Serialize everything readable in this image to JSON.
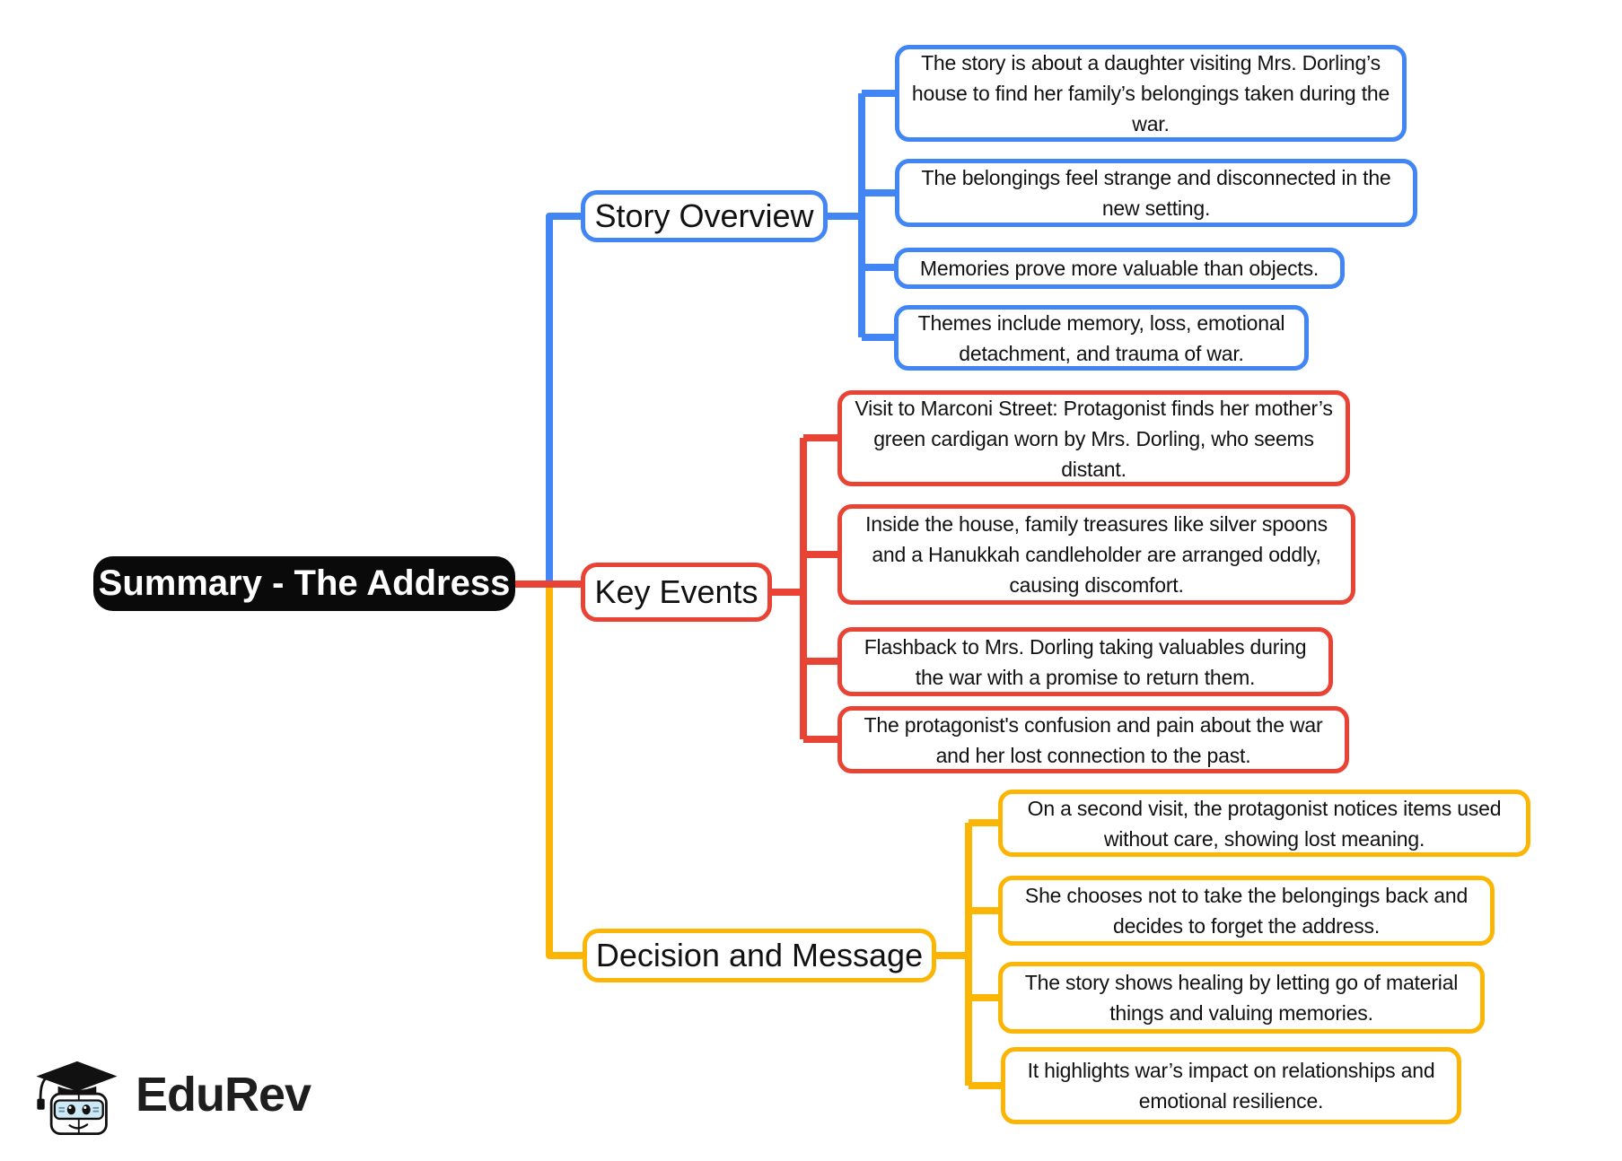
{
  "root": {
    "label": "Summary - The Address"
  },
  "branches": [
    {
      "label": "Story Overview",
      "color": "#4285F4",
      "leaves": [
        "The story is about a daughter visiting Mrs. Dorling’s house to find her family’s belongings taken during the war.",
        "The belongings feel strange and disconnected in the new setting.",
        "Memories prove more valuable than objects.",
        "Themes include memory, loss, emotional detachment, and trauma of war."
      ]
    },
    {
      "label": "Key Events",
      "color": "#E94335",
      "leaves": [
        "Visit to Marconi Street: Protagonist finds her mother’s green cardigan worn by Mrs. Dorling, who seems distant.",
        "Inside the house, family treasures like silver spoons and a Hanukkah candleholder are arranged oddly, causing discomfort.",
        "Flashback to Mrs. Dorling taking valuables during the war with a promise to return them.",
        "The protagonist's confusion and pain about the war and her lost connection to the past."
      ]
    },
    {
      "label": "Decision and Message",
      "color": "#FBB605",
      "leaves": [
        "On a second visit, the protagonist notices items used without care, showing lost meaning.",
        "She chooses not to take the belongings back and decides to forget the address.",
        "The story shows healing by letting go of material things and valuing memories.",
        "It highlights war’s impact on relationships and emotional resilience."
      ]
    }
  ],
  "logo": {
    "brand": "EduRev"
  },
  "colors": {
    "blue": "#4285F4",
    "red": "#E94335",
    "yellow": "#FBB605",
    "root_bg": "#0A0A0A",
    "text": "#111111",
    "background": "#FFFFFF"
  }
}
